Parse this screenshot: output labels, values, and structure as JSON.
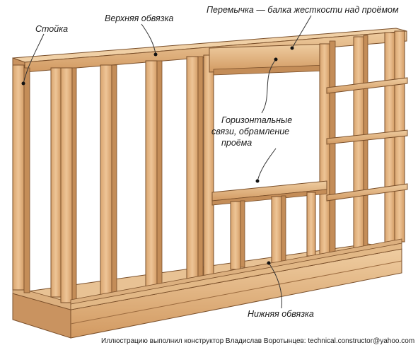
{
  "labels": {
    "stud": "Стойка",
    "top_plate": "Верхняя обвязка",
    "header": "Перемычка — балка жесткости над проёмом",
    "horizontal_ties_line1": "Горизонтальные",
    "horizontal_ties_line2": "связи, обрамление",
    "horizontal_ties_line3": "проёма",
    "bottom_plate": "Нижняя обвязка"
  },
  "credit": "Иллюстрацию выполнил конструктор Владислав Воротынцев: technical.constructor@yahoo.com",
  "colors": {
    "wood_face": "#e3b887",
    "wood_light": "#f0cfa5",
    "wood_dark": "#c08a55",
    "wood_edge": "#7a4f2a",
    "leader": "#333333",
    "dot": "#111111"
  }
}
